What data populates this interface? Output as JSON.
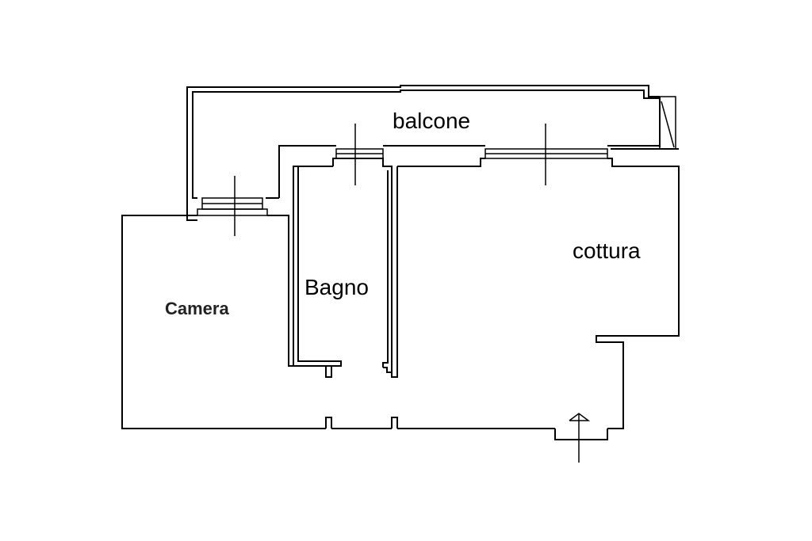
{
  "rooms": {
    "balcone": "balcone",
    "bagno": "Bagno",
    "cottura": "cottura",
    "camera": "Camera"
  }
}
